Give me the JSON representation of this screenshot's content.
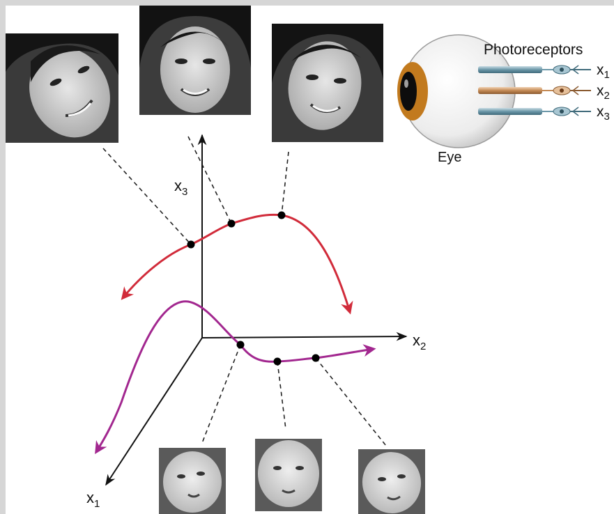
{
  "colors": {
    "woman_manifold": "#d12b3a",
    "baby_manifold": "#a2278f",
    "axes": "#111111",
    "iris": "#c27a1e",
    "receptor_blue": "#6b97a8",
    "receptor_orange": "#c48a55"
  },
  "axes": {
    "x1_base": "x",
    "x1_sub": "1",
    "x2_base": "x",
    "x2_sub": "2",
    "x3_base": "x",
    "x3_sub": "3"
  },
  "eye": {
    "label": "Eye",
    "photoreceptors_label": "Photoreceptors",
    "receptors": [
      {
        "base": "x",
        "sub": "1",
        "color": "receptor_blue"
      },
      {
        "base": "x",
        "sub": "2",
        "color": "receptor_orange"
      },
      {
        "base": "x",
        "sub": "3",
        "color": "receptor_blue"
      }
    ]
  },
  "images": {
    "woman_faces": [
      "woman-face-tilted-left",
      "woman-face-frontal",
      "woman-face-tilted-right"
    ],
    "baby_faces": [
      "baby-face-left",
      "baby-face-center",
      "baby-face-right"
    ]
  }
}
